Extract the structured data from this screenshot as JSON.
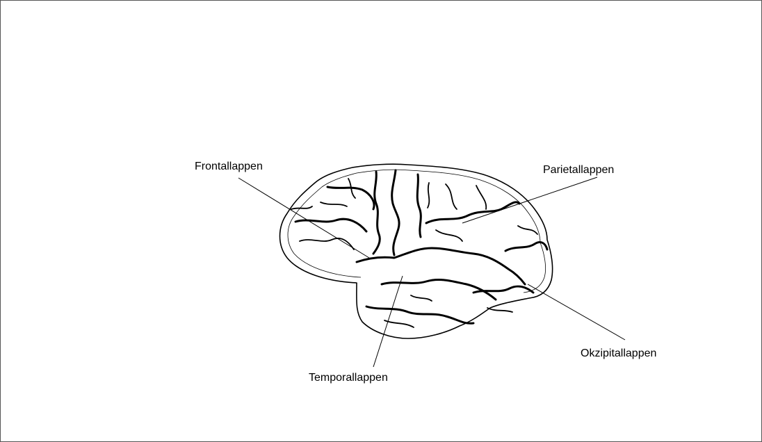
{
  "labels": {
    "frontal": "Frontallappen",
    "parietal": "Parietallappen",
    "temporal": "Temporallappen",
    "occipital": "Okzipitallappen"
  },
  "colors": {
    "ink": "#000000",
    "background": "#ffffff",
    "border": "#555555"
  }
}
